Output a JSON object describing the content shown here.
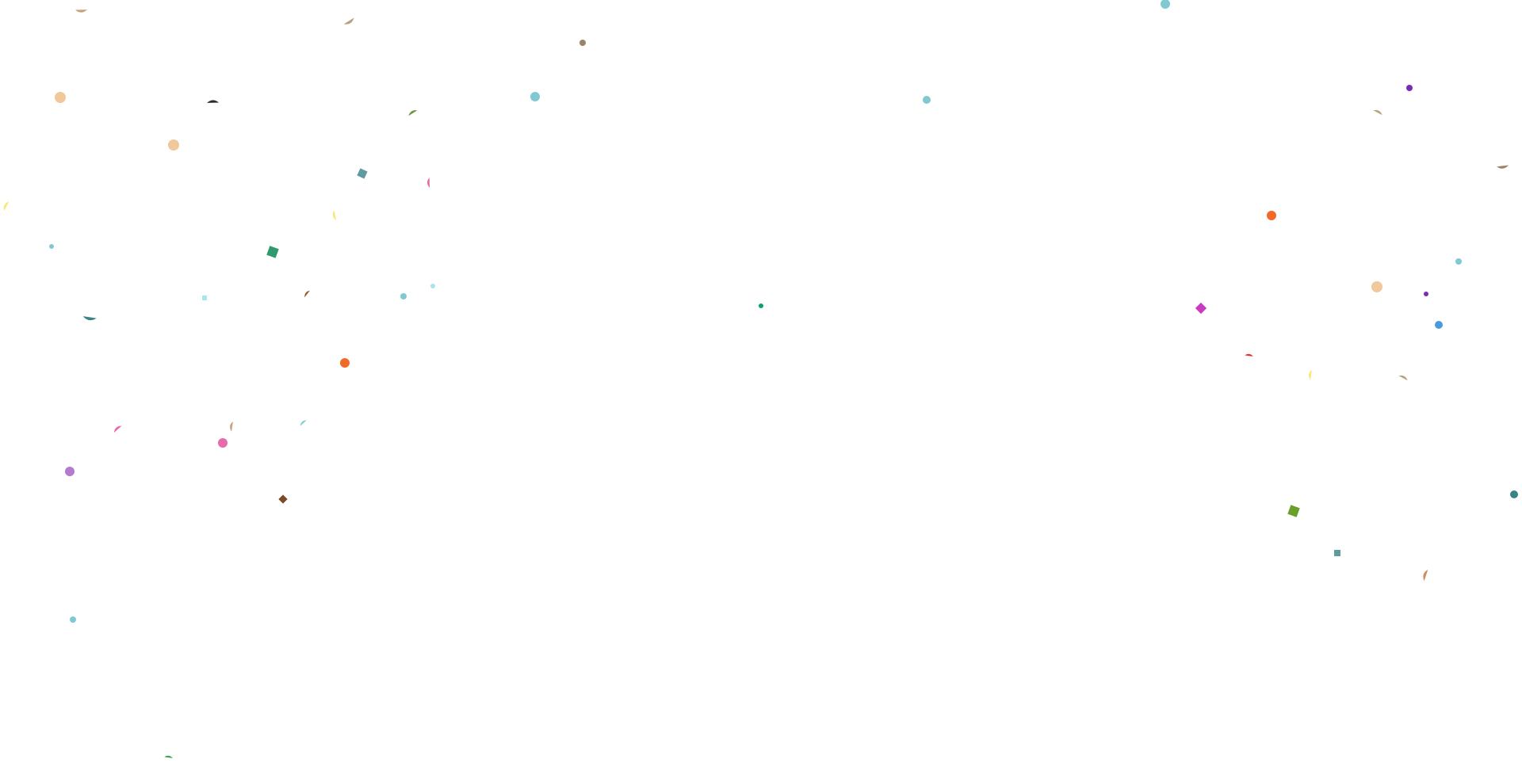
{
  "scene": {
    "description_label": "",
    "background": "#ffffff"
  },
  "palette": {
    "tan": "#c4a27a",
    "khaki": "#b9a07e",
    "peach": "#f0c89a",
    "cyan": "#80c9d2",
    "light_cyan": "#a8e4ee",
    "charcoal": "#2b2b2b",
    "olive_green": "#6a9a3a",
    "teal_gray": "#5e9aa0",
    "pink": "#e86aa8",
    "yellow": "#fbe86a",
    "sea_green": "#2e9a6e",
    "brown": "#9a5a2a",
    "teal_dark": "#3a8486",
    "orange": "#f06a2a",
    "magenta": "#c83ac0",
    "red": "#e82a2a",
    "purple": "#7a2ab4",
    "blue": "#4a9ae0",
    "green": "#3aa24a",
    "lime_green": "#6aa02a",
    "violet": "#b47ad0",
    "brown_dark": "#7a4a2a",
    "copper": "#d08a5a",
    "mocha": "#9a8466",
    "emerald": "#0aa07a"
  },
  "confetti": [
    {
      "id": "c01",
      "shape": "wedge",
      "color": "tan"
    },
    {
      "id": "c02",
      "shape": "wedge",
      "color": "khaki"
    },
    {
      "id": "c03",
      "shape": "dot",
      "color": "mocha"
    },
    {
      "id": "c04",
      "shape": "circle",
      "color": "cyan"
    },
    {
      "id": "c05",
      "shape": "circle",
      "color": "peach"
    },
    {
      "id": "c06",
      "shape": "wedge",
      "color": "charcoal"
    },
    {
      "id": "c07",
      "shape": "wedge",
      "color": "olive_green"
    },
    {
      "id": "c08",
      "shape": "circle",
      "color": "cyan"
    },
    {
      "id": "c09",
      "shape": "circle",
      "color": "cyan"
    },
    {
      "id": "c10",
      "shape": "circle",
      "color": "purple"
    },
    {
      "id": "c11",
      "shape": "wedge",
      "color": "khaki"
    },
    {
      "id": "c12",
      "shape": "circle",
      "color": "peach"
    },
    {
      "id": "c13",
      "shape": "square",
      "color": "teal_gray"
    },
    {
      "id": "c14",
      "shape": "wedge",
      "color": "pink"
    },
    {
      "id": "c15",
      "shape": "wedge",
      "color": "mocha"
    },
    {
      "id": "c16",
      "shape": "wedge",
      "color": "yellow"
    },
    {
      "id": "c17",
      "shape": "wedge",
      "color": "yellow"
    },
    {
      "id": "c18",
      "shape": "circle",
      "color": "orange"
    },
    {
      "id": "c19",
      "shape": "dot",
      "color": "cyan"
    },
    {
      "id": "c20",
      "shape": "square",
      "color": "sea_green"
    },
    {
      "id": "c21",
      "shape": "circle",
      "color": "cyan"
    },
    {
      "id": "c22",
      "shape": "circle",
      "color": "peach"
    },
    {
      "id": "c23",
      "shape": "square",
      "color": "light_cyan"
    },
    {
      "id": "c24",
      "shape": "wedge",
      "color": "brown"
    },
    {
      "id": "c25",
      "shape": "circle",
      "color": "cyan"
    },
    {
      "id": "c26",
      "shape": "dot",
      "color": "light_cyan"
    },
    {
      "id": "c27",
      "shape": "dot",
      "color": "purple"
    },
    {
      "id": "c28",
      "shape": "wedge",
      "color": "teal_dark"
    },
    {
      "id": "c29",
      "shape": "dot",
      "color": "emerald"
    },
    {
      "id": "c30",
      "shape": "diamond",
      "color": "magenta"
    },
    {
      "id": "c31",
      "shape": "circle",
      "color": "blue"
    },
    {
      "id": "c32",
      "shape": "circle",
      "color": "orange"
    },
    {
      "id": "c33",
      "shape": "wedge",
      "color": "red"
    },
    {
      "id": "c34",
      "shape": "wedge",
      "color": "yellow"
    },
    {
      "id": "c35",
      "shape": "wedge",
      "color": "khaki"
    },
    {
      "id": "c36",
      "shape": "wedge",
      "color": "pink"
    },
    {
      "id": "c37",
      "shape": "wedge",
      "color": "tan"
    },
    {
      "id": "c38",
      "shape": "wedge",
      "color": "cyan"
    },
    {
      "id": "c39",
      "shape": "circle",
      "color": "pink"
    },
    {
      "id": "c40",
      "shape": "circle",
      "color": "violet"
    },
    {
      "id": "c41",
      "shape": "diamond",
      "color": "brown_dark"
    },
    {
      "id": "c42",
      "shape": "circle",
      "color": "teal_dark"
    },
    {
      "id": "c43",
      "shape": "square",
      "color": "lime_green"
    },
    {
      "id": "c44",
      "shape": "square",
      "color": "teal_gray"
    },
    {
      "id": "c45",
      "shape": "wedge",
      "color": "copper"
    },
    {
      "id": "c46",
      "shape": "circle",
      "color": "cyan"
    },
    {
      "id": "c47",
      "shape": "wedge",
      "color": "green"
    }
  ]
}
